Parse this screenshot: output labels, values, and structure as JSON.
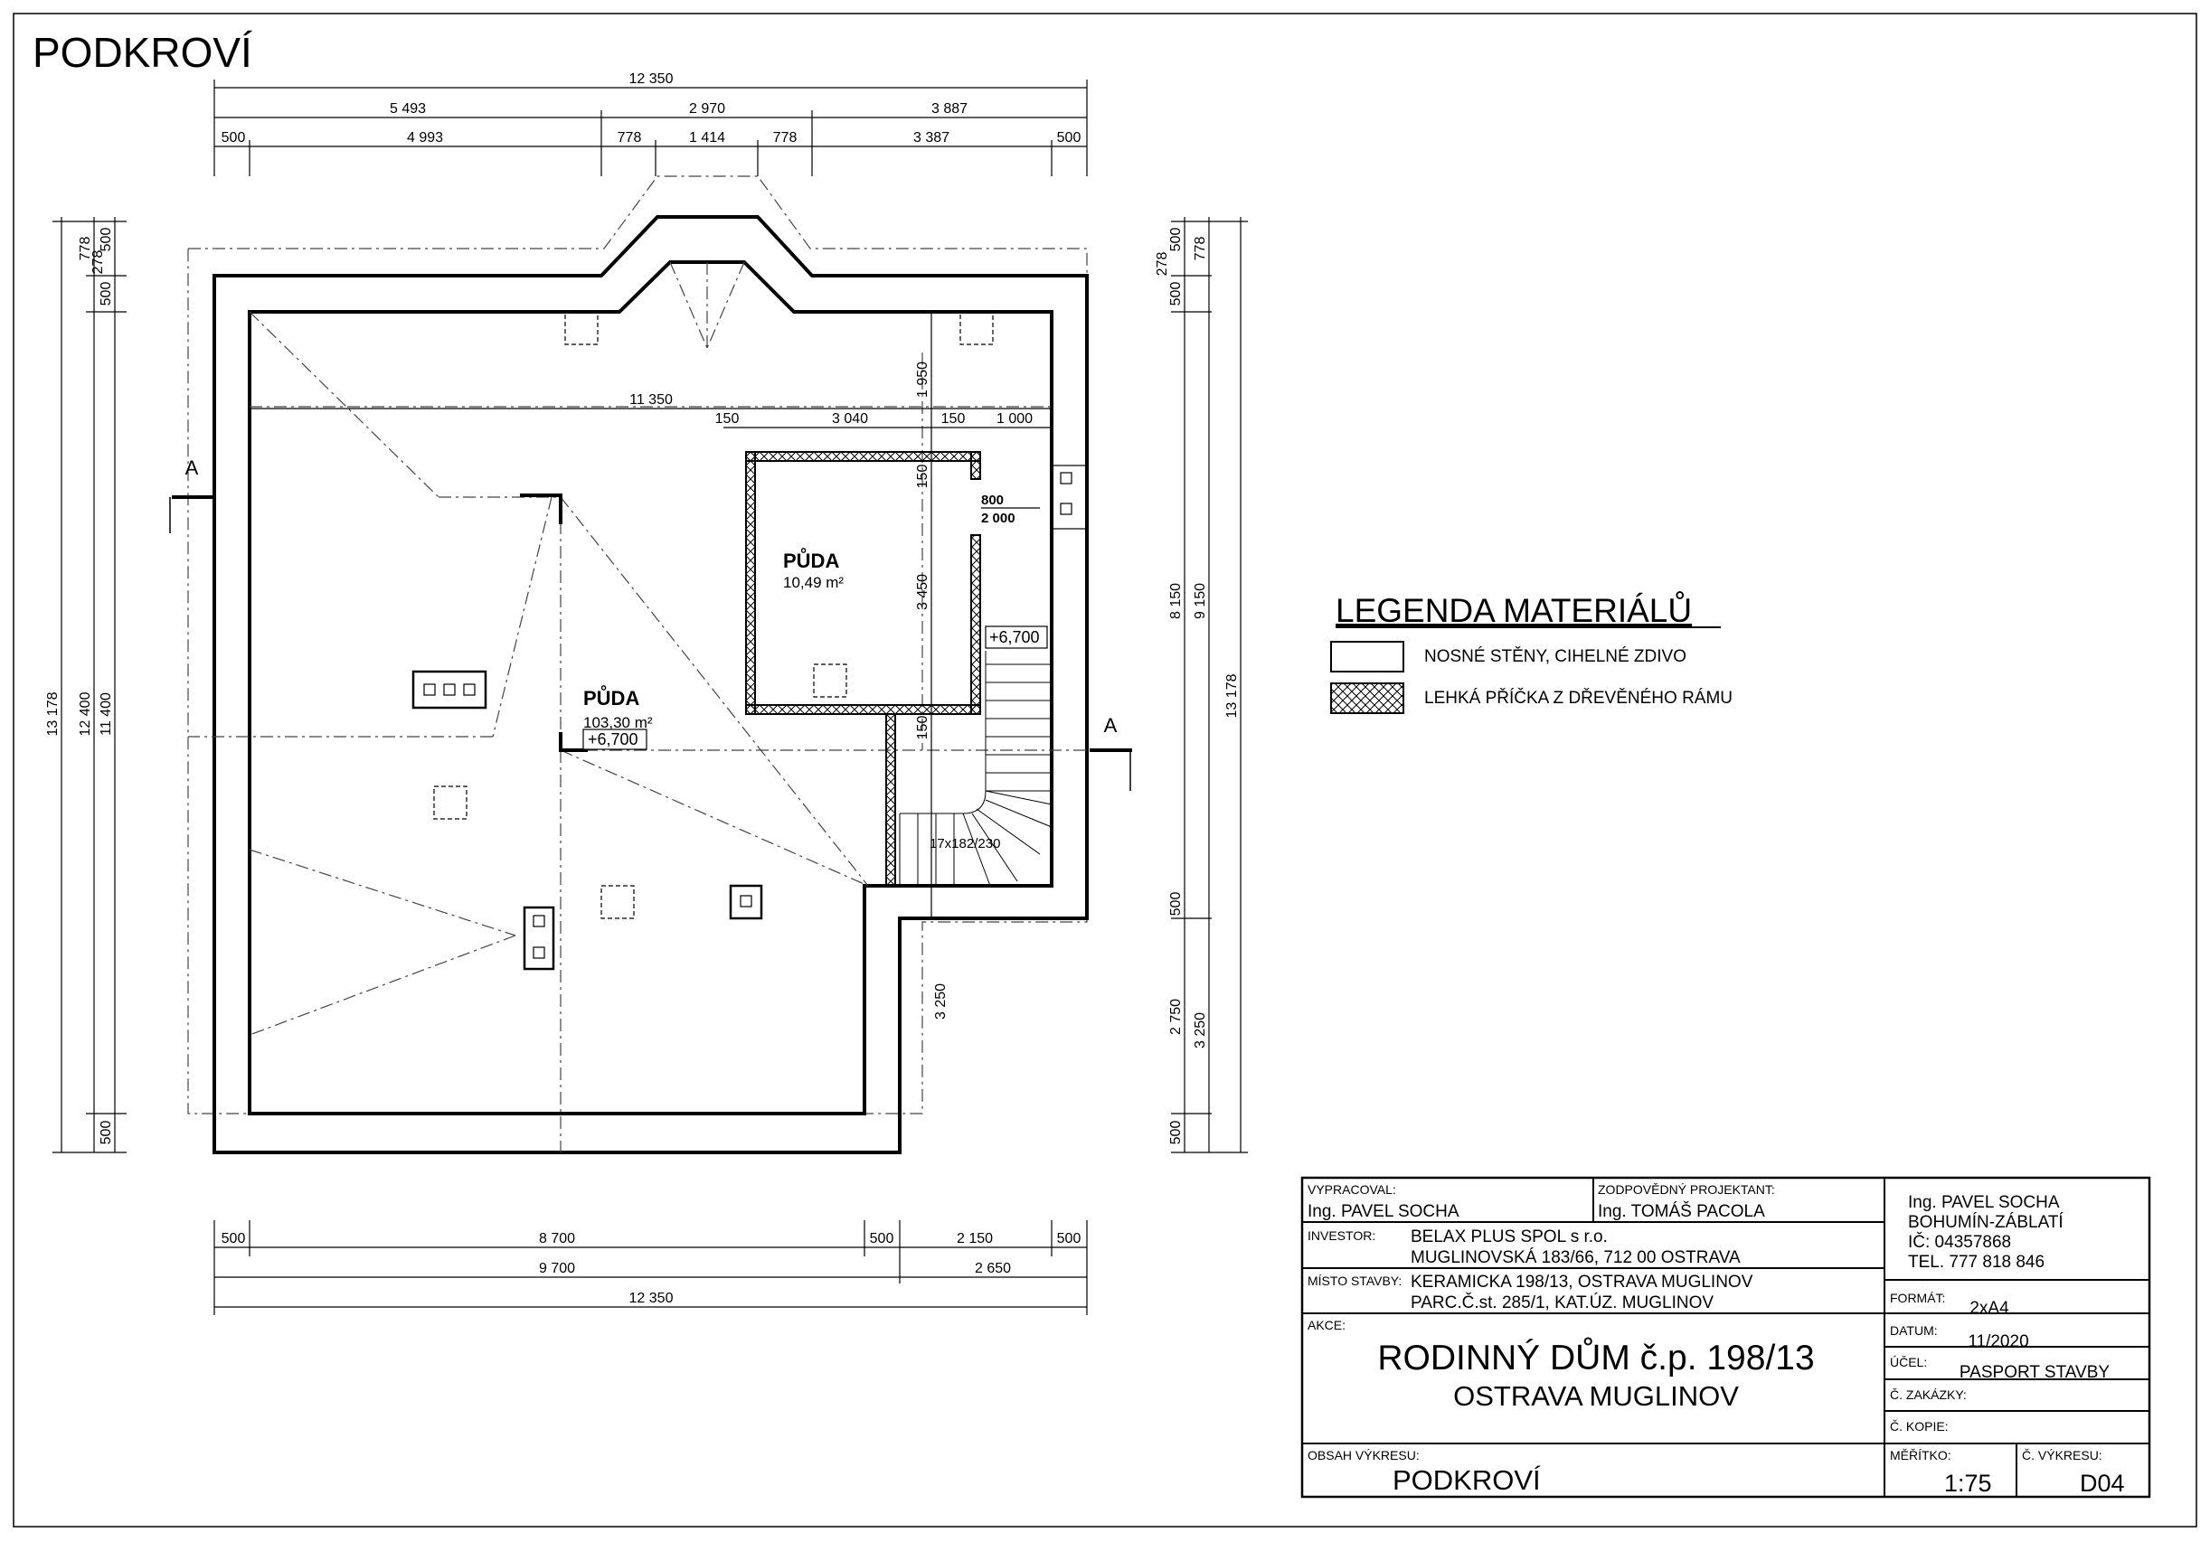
{
  "drawing_title": "PODKROVÍ",
  "dimensions": {
    "top_total": "12 350",
    "top_row2": [
      "5 493",
      "2 970",
      "3 887"
    ],
    "top_row3": [
      "500",
      "4 993",
      "778",
      "1 414",
      "778",
      "3 387",
      "500"
    ],
    "inner_width": "11 350",
    "room_row": [
      "150",
      "3 040",
      "150",
      "1 000"
    ],
    "vertical_1950": "1 950",
    "vertical_150a": "150",
    "vertical_3450": "3 450",
    "vertical_150b": "150",
    "vertical_3250": "3 250",
    "door_w": "800",
    "door_h": "2 000",
    "left_col": [
      "13 178",
      "12 400",
      "11 400"
    ],
    "left_small": [
      "778",
      "278",
      "500",
      "500",
      "500"
    ],
    "right_col": [
      "8 150",
      "9 150",
      "13 178"
    ],
    "right_small": [
      "500",
      "778",
      "278",
      "500",
      "500",
      "2 750",
      "3 250",
      "500"
    ],
    "bottom_row1": [
      "500",
      "8 700",
      "500",
      "2 150",
      "500"
    ],
    "bottom_row2": [
      "9 700",
      "2 650"
    ],
    "bottom_total": "12 350"
  },
  "rooms": [
    {
      "name": "PŮDA",
      "area": "10,49 m²"
    },
    {
      "name": "PŮDA",
      "area": "103,30 m²"
    }
  ],
  "levels": [
    "+6,700",
    "+6,700"
  ],
  "stairs": "17x182/230",
  "section_mark": "A",
  "legend": {
    "title": "LEGENDA MATERIÁLŮ",
    "items": [
      {
        "label": "NOSNÉ STĚNY, CIHELNÉ ZDIVO",
        "pattern": "blank"
      },
      {
        "label": "LEHKÁ PŘÍČKA Z DŘEVĚNÉHO RÁMU",
        "pattern": "crosshatch"
      }
    ]
  },
  "title_block": {
    "vypracoval_label": "VYPRACOVAL:",
    "vypracoval": "Ing. PAVEL SOCHA",
    "projektant_label": "ZODPOVĚDNÝ PROJEKTANT:",
    "projektant": "Ing. TOMÁŠ PACOLA",
    "company": [
      "Ing. PAVEL SOCHA",
      "BOHUMÍN-ZÁBLATÍ",
      "IČ: 04357868",
      "TEL. 777 818 846"
    ],
    "investor_label": "INVESTOR:",
    "investor": [
      "BELAX PLUS SPOL s r.o.",
      "MUGLINOVSKÁ 183/66, 712 00 OSTRAVA"
    ],
    "misto_label": "MÍSTO STAVBY:",
    "misto": [
      "KERAMICKA  198/13, OSTRAVA MUGLINOV",
      "PARC.Č.st. 285/1, KAT.ÚZ. MUGLINOV"
    ],
    "akce_label": "AKCE:",
    "akce": [
      "RODINNÝ DŮM č.p. 198/13",
      "OSTRAVA MUGLINOV"
    ],
    "format_label": "FORMÁT:",
    "format": "2xA4",
    "datum_label": "DATUM:",
    "datum": "11/2020",
    "ucel_label": "ÚČEL:",
    "ucel": "PASPORT STAVBY",
    "zakazky_label": "Č. ZAKÁZKY:",
    "kopie_label": "Č. KOPIE:",
    "obsah_label": "OBSAH VÝKRESU:",
    "obsah": "PODKROVÍ",
    "meritko_label": "MĚŘÍTKO:",
    "meritko": "1:75",
    "vykres_label": "Č. VÝKRESU:",
    "vykres": "D04"
  }
}
